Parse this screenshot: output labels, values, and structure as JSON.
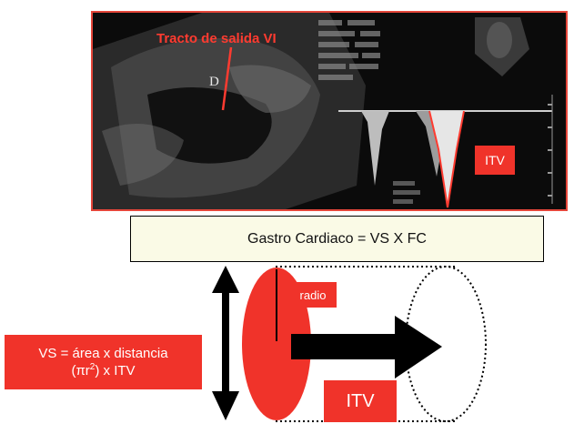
{
  "echo": {
    "title": "Tracto de salida VI",
    "d_label": "D",
    "itv_label": "ITV"
  },
  "formula": {
    "text": "Gastro Cardiaco = VS X FC"
  },
  "diagram": {
    "radio_label": "radio",
    "itv_label": "ITV",
    "vs_line1": "VS = área x distancia",
    "vs_line2_prefix": "(πr",
    "vs_line2_exp": "2",
    "vs_line2_suffix": ") x ITV"
  },
  "colors": {
    "accent_red": "#f0332a",
    "box_fill": "#fafae6"
  }
}
